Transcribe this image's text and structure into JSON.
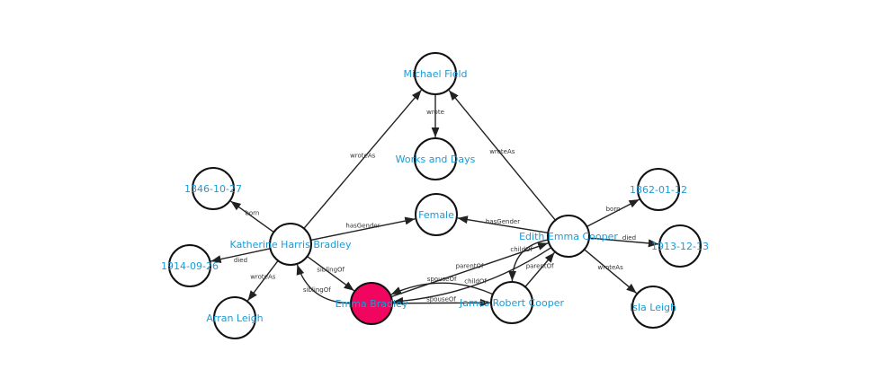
{
  "graph": {
    "nodes": [
      {
        "id": "michael_field",
        "label": "Michael Field"
      },
      {
        "id": "works_and_days",
        "label": "Works and Days"
      },
      {
        "id": "female",
        "label": "Female"
      },
      {
        "id": "khb_born",
        "label": "1846-10-27"
      },
      {
        "id": "khb",
        "label": "Katherine Harris Bradley"
      },
      {
        "id": "khb_died",
        "label": "1914-09-26"
      },
      {
        "id": "arran",
        "label": "Arran Leigh"
      },
      {
        "id": "emma",
        "label": "Emma Bradley",
        "highlighted": true
      },
      {
        "id": "james",
        "label": "James Robert Cooper"
      },
      {
        "id": "eec",
        "label": "Edith Emma Cooper"
      },
      {
        "id": "eec_born",
        "label": "1862-01-12"
      },
      {
        "id": "eec_died",
        "label": "1913-12-13"
      },
      {
        "id": "isla",
        "label": "Isla Leigh"
      }
    ],
    "edges": [
      {
        "from": "khb",
        "to": "michael_field",
        "label": "wroteAs"
      },
      {
        "from": "eec",
        "to": "michael_field",
        "label": "wroteAs"
      },
      {
        "from": "michael_field",
        "to": "works_and_days",
        "label": "wrote"
      },
      {
        "from": "khb",
        "to": "khb_born",
        "label": "born"
      },
      {
        "from": "khb",
        "to": "khb_died",
        "label": "died"
      },
      {
        "from": "khb",
        "to": "arran",
        "label": "wroteAs"
      },
      {
        "from": "khb",
        "to": "female",
        "label": "hasGender"
      },
      {
        "from": "khb",
        "to": "emma",
        "label": "siblingOf"
      },
      {
        "from": "emma",
        "to": "khb",
        "label": "siblingOf"
      },
      {
        "from": "eec",
        "to": "female",
        "label": "hasGender"
      },
      {
        "from": "eec",
        "to": "emma",
        "label": "childOf"
      },
      {
        "from": "emma",
        "to": "eec",
        "label": "parentOf"
      },
      {
        "from": "eec",
        "to": "james",
        "label": "childOf"
      },
      {
        "from": "james",
        "to": "eec",
        "label": "parentOf"
      },
      {
        "from": "emma",
        "to": "james",
        "label": "spouseOf"
      },
      {
        "from": "james",
        "to": "emma",
        "label": "spouseOf"
      },
      {
        "from": "eec",
        "to": "eec_born",
        "label": "born"
      },
      {
        "from": "eec",
        "to": "eec_died",
        "label": "died"
      },
      {
        "from": "eec",
        "to": "isla",
        "label": "wroteAs"
      }
    ],
    "colors": {
      "highlight": "#f0065e",
      "label": "#1a9bd7"
    }
  }
}
